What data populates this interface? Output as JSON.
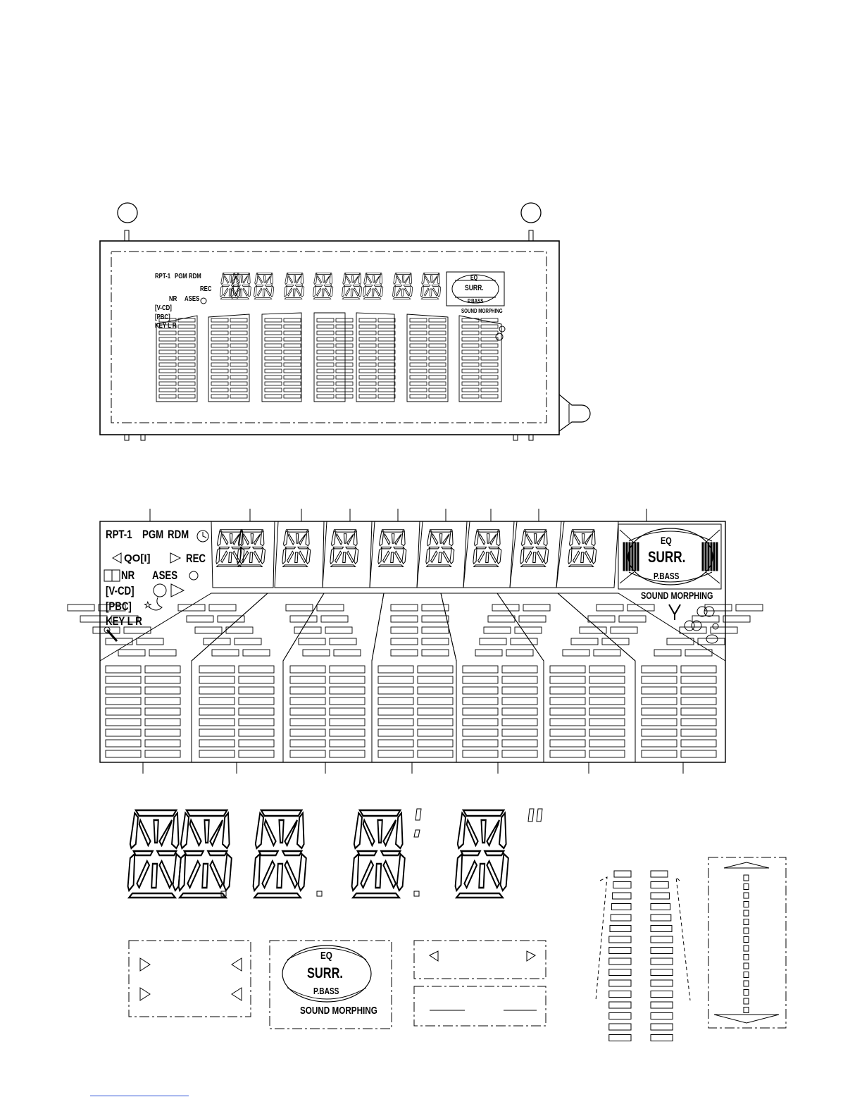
{
  "top_panel": {
    "row1": [
      "RPT-1",
      "PGM",
      "RDM"
    ],
    "rec": "REC",
    "nr": "NR",
    "ases": "ASES",
    "vcd": "[V-CD]",
    "pbc": "[PBC]",
    "key": "KEY L R",
    "eq": "EQ",
    "surr": "SURR.",
    "pbass": "P.BASS",
    "sound_morphing": "SOUND MORPHING"
  },
  "large_panel": {
    "row1": [
      "RPT-1",
      "PGM",
      "RDM"
    ],
    "rec": "REC",
    "nr": "NR",
    "ases": "ASES",
    "vcd": "[V-CD]",
    "pbc": "[PBC]",
    "key": "KEY L R",
    "eq": "EQ",
    "surr": "SURR.",
    "pbass": "P.BASS",
    "sound_morphing": "SOUND MORPHING"
  },
  "detail_box": {
    "eq": "EQ",
    "surr": "SURR.",
    "pbass": "P.BASS",
    "sound_morphing": "SOUND MORPHING"
  },
  "colors": {
    "ink": "#000000",
    "paper": "#ffffff",
    "link": "#2a4fd8"
  },
  "icons": [
    "clock-icon",
    "cassette-icon",
    "dolby-icon",
    "moon-icon",
    "star-icon",
    "microphone-icon",
    "antenna-icon",
    "stereo-icon",
    "play-triangle-icon",
    "disc-icon"
  ]
}
